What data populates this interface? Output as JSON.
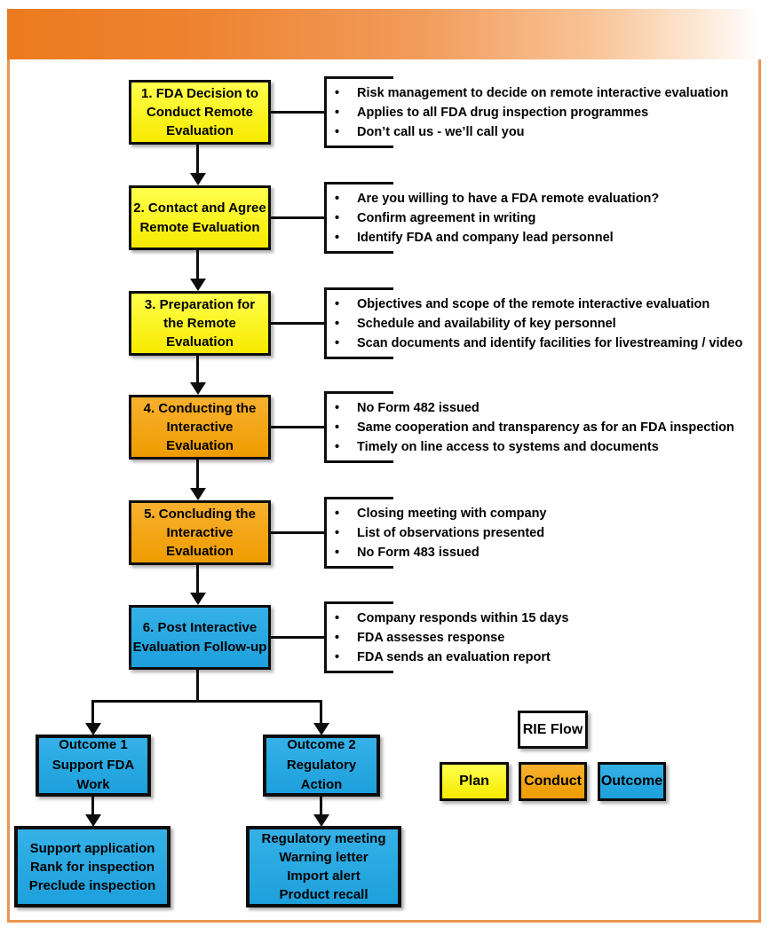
{
  "palette": {
    "plan_yellow": "#F9ED00",
    "conduct_orange": "#F2A50F",
    "outcome_blue": "#29ABE2",
    "header_orange": "#EC7A1F",
    "frame_border_orange": "#EB9552"
  },
  "steps": [
    {
      "label": "1. FDA Decision to\nConduct Remote\nEvaluation",
      "category": "Plan",
      "bullets": [
        "Risk management to decide on remote interactive evaluation",
        "Applies to all FDA drug inspection programmes",
        "Don’t call us - we’ll call you"
      ]
    },
    {
      "label": "2. Contact and Agree\nRemote Evaluation",
      "category": "Plan",
      "bullets": [
        "Are you willing to have a FDA remote evaluation?",
        "Confirm agreement in writing",
        "Identify FDA and company lead personnel"
      ]
    },
    {
      "label": "3. Preparation for\nthe Remote\nEvaluation",
      "category": "Plan",
      "bullets": [
        "Objectives and scope of the remote interactive evaluation",
        "Schedule and availability of key personnel",
        "Scan documents and identify facilities for livestreaming / video"
      ]
    },
    {
      "label": "4. Conducting the\nInteractive\nEvaluation",
      "category": "Conduct",
      "bullets": [
        "No Form 482 issued",
        "Same cooperation and transparency as for an FDA inspection",
        "Timely on line access to systems and documents"
      ]
    },
    {
      "label": "5. Concluding the\nInteractive\nEvaluation",
      "category": "Conduct",
      "bullets": [
        "Closing meeting with company",
        "List of observations presented",
        "No Form 483 issued"
      ]
    },
    {
      "label": "6. Post Interactive\nEvaluation Follow-up",
      "category": "Outcome",
      "bullets": [
        "Company responds within 15 days",
        "FDA assesses response",
        "FDA sends an evaluation report"
      ]
    }
  ],
  "outcomes": [
    {
      "label": "Outcome 1\nSupport FDA\nWork",
      "results": "Support application\nRank for inspection\nPreclude inspection"
    },
    {
      "label": "Outcome 2\nRegulatory\nAction",
      "results": "Regulatory meeting\nWarning letter\nImport alert\nProduct recall"
    }
  ],
  "legend": {
    "title": "RIE Flow",
    "items": [
      {
        "label": "Plan",
        "color": "#F9ED00"
      },
      {
        "label": "Conduct",
        "color": "#F2A50F"
      },
      {
        "label": "Outcome",
        "color": "#29ABE2"
      }
    ]
  }
}
